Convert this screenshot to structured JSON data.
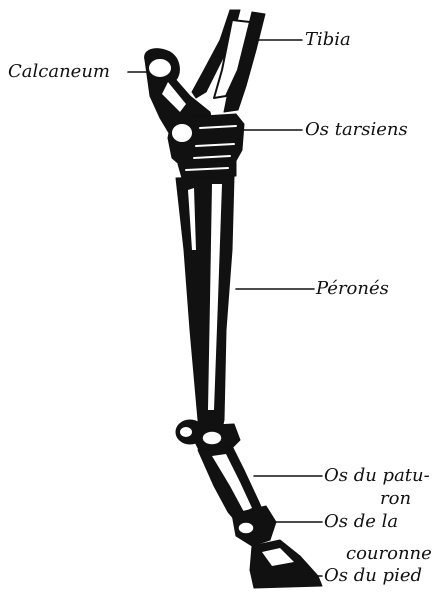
{
  "labels": {
    "tibia": "Tibia",
    "calcaneum": "Calcaneum",
    "os_tarsiens": "Os tarsiens",
    "perones": "Péronés",
    "os_du_paturon_1": "Os du patu-",
    "os_du_paturon_2": "ron",
    "os_de_la_couronne_1": "Os de la",
    "os_de_la_couronne_2": "couronne",
    "os_du_pied": "Os du pied"
  },
  "colors": {
    "ink": "#111111",
    "paper": "#ffffff"
  }
}
